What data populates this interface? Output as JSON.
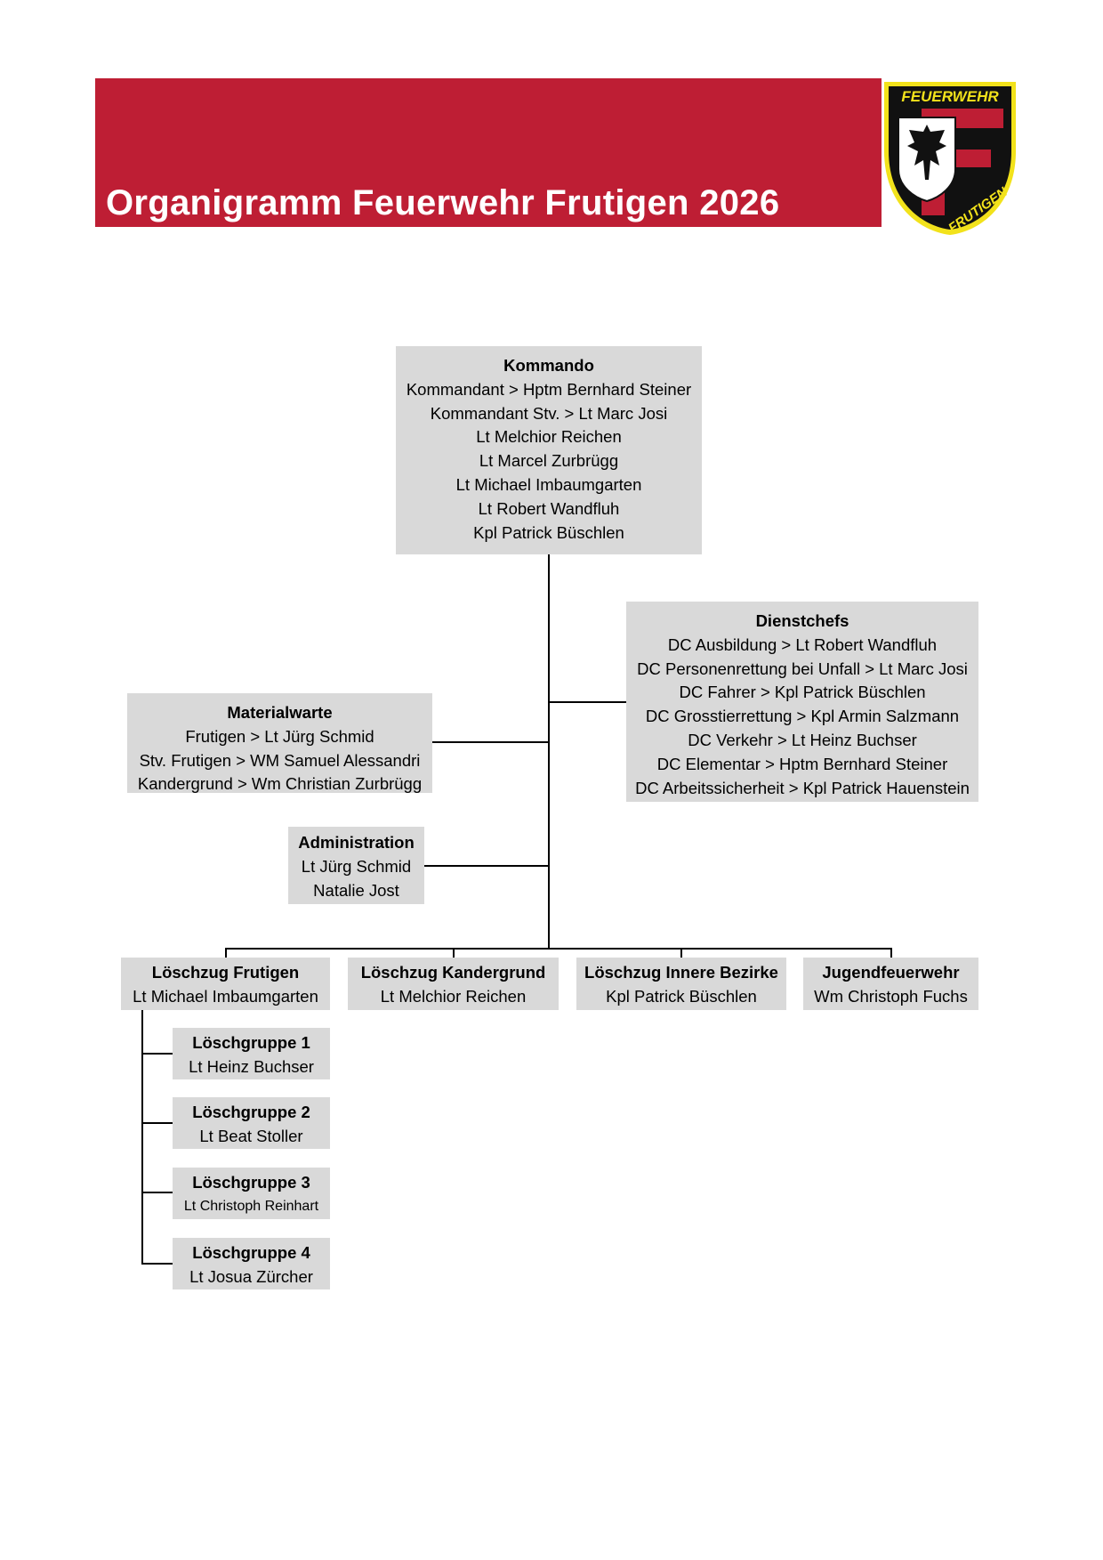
{
  "header": {
    "title": "Organigramm Feuerwehr Frutigen 2026",
    "logo_top_text": "FEUERWEHR",
    "logo_bottom_text": "FRUTIGEN"
  },
  "colors": {
    "banner": "#be1e34",
    "box": "#d9d9d9",
    "logo_yellow": "#f2e21b"
  },
  "kommando": {
    "title": "Kommando",
    "lines": [
      "Kommandant > Hptm Bernhard Steiner",
      "Kommandant Stv. > Lt Marc Josi",
      "Lt Melchior Reichen",
      "Lt Marcel Zurbrügg",
      "Lt Michael Imbaumgarten",
      "Lt Robert Wandfluh",
      "Kpl Patrick Büschlen"
    ]
  },
  "dienstchefs": {
    "title": "Dienstchefs",
    "lines": [
      "DC Ausbildung > Lt Robert Wandfluh",
      "DC Personenrettung bei Unfall > Lt Marc Josi",
      "DC Fahrer > Kpl Patrick Büschlen",
      "DC Grosstierrettung > Kpl Armin Salzmann",
      "DC Verkehr > Lt Heinz Buchser",
      "DC Elementar > Hptm Bernhard Steiner",
      "DC Arbeitssicherheit > Kpl Patrick Hauenstein"
    ]
  },
  "materialwarte": {
    "title": "Materialwarte",
    "lines": [
      "Frutigen > Lt Jürg Schmid",
      "Stv. Frutigen > WM Samuel Alessandri",
      "Kandergrund > Wm Christian Zurbrügg"
    ]
  },
  "administration": {
    "title": "Administration",
    "lines": [
      "Lt Jürg Schmid",
      "Natalie Jost"
    ]
  },
  "units": [
    {
      "title": "Löschzug Frutigen",
      "leader": "Lt Michael Imbaumgarten"
    },
    {
      "title": "Löschzug Kandergrund",
      "leader": "Lt Melchior Reichen"
    },
    {
      "title": "Löschzug Innere Bezirke",
      "leader": "Kpl Patrick Büschlen"
    },
    {
      "title": "Jugendfeuerwehr",
      "leader": "Wm Christoph Fuchs"
    }
  ],
  "groups": [
    {
      "title": "Löschgruppe 1",
      "leader": "Lt Heinz Buchser"
    },
    {
      "title": "Löschgruppe 2",
      "leader": "Lt Beat Stoller"
    },
    {
      "title": "Löschgruppe 3",
      "leader": "Lt Christoph Reinhart"
    },
    {
      "title": "Löschgruppe 4",
      "leader": "Lt Josua Zürcher"
    }
  ]
}
